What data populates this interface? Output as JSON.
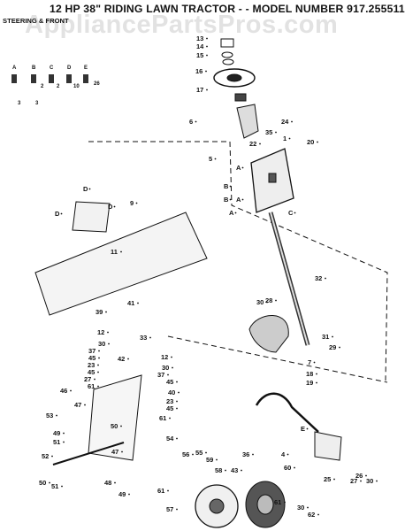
{
  "header": {
    "title": "12 HP 38\" RIDING LAWN TRACTOR - - MODEL NUMBER 917.255511",
    "subtitle": "STEERING & FRONT",
    "watermark": "AppliancePartsPros.com"
  },
  "hardware_key": [
    "A",
    "B",
    "C",
    "D",
    "E"
  ],
  "hardware_counts": [
    "2",
    "2",
    "10",
    "26",
    "3",
    "3"
  ],
  "part_callouts": [
    "13",
    "14",
    "15",
    "16",
    "17",
    "6",
    "24",
    "35",
    "1",
    "20",
    "22",
    "5",
    "A",
    "B",
    "B",
    "A",
    "A",
    "C",
    "9",
    "D",
    "D",
    "D",
    "11",
    "32",
    "30",
    "28",
    "31",
    "29",
    "7",
    "18",
    "19",
    "41",
    "39",
    "33",
    "12",
    "30",
    "37",
    "45",
    "23",
    "45",
    "27",
    "61",
    "42",
    "12",
    "30",
    "37",
    "45",
    "40",
    "23",
    "45",
    "61",
    "46",
    "47",
    "53",
    "50",
    "49",
    "51",
    "52",
    "50",
    "51",
    "54",
    "47",
    "48",
    "49",
    "56",
    "55",
    "59",
    "58",
    "43",
    "61",
    "57",
    "60",
    "36",
    "4",
    "E",
    "25",
    "27",
    "30",
    "26",
    "61",
    "30",
    "62"
  ]
}
